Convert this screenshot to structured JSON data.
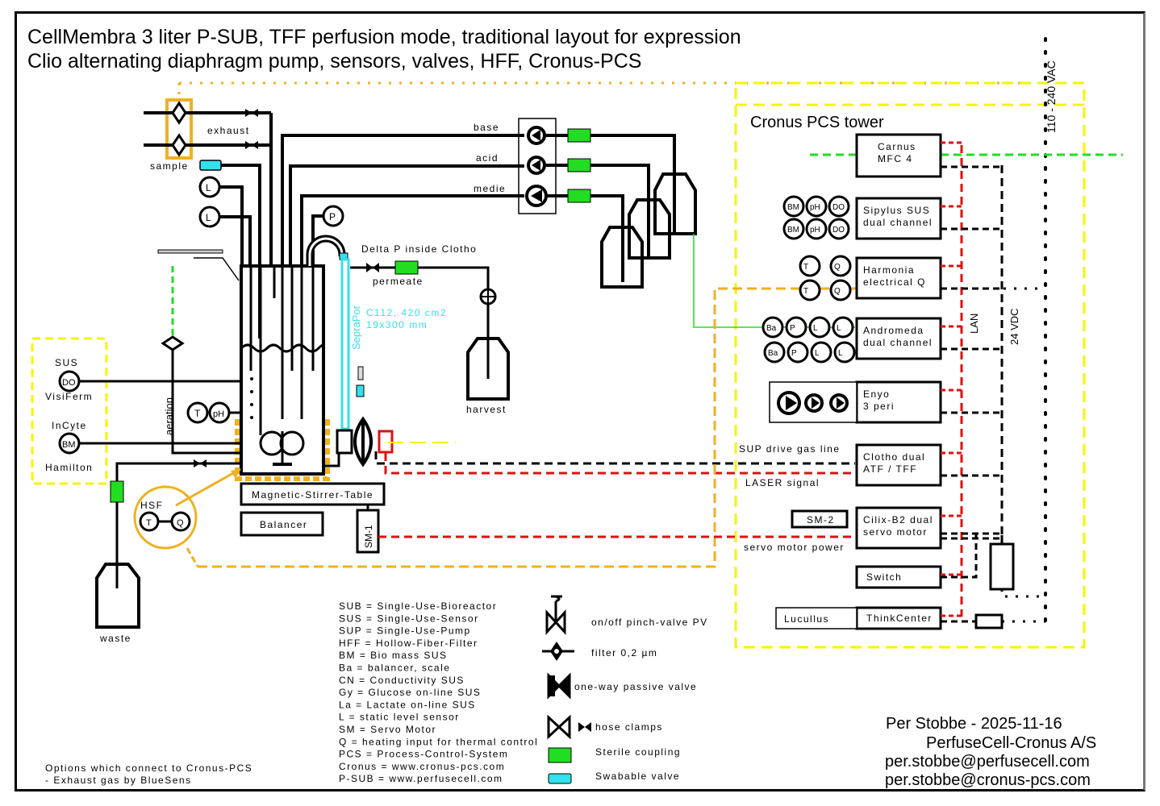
{
  "title": {
    "line1": "CellMembra 3 liter P-SUB, TFF perfusion mode, traditional layout for expression",
    "line2": "Clio alternating diaphragm pump, sensors, valves, HFF, Cronus-PCS"
  },
  "colors": {
    "line": "#000000",
    "sterile_coupling": "#22dd22",
    "swabable_valve": "#33e0ee",
    "cronus_border": "#f5f500",
    "heating": "#f0b020",
    "lan": "#dd1111",
    "gas": "#22dd22",
    "hff": "#33e0ee"
  },
  "vessel_area": {
    "exhaust_label": "exhaust",
    "sample_label": "sample",
    "base_label": "base",
    "acid_label": "acid",
    "medie_label": "medie",
    "pressure_sensor": "P",
    "level_sensor": "L",
    "delta_p_label": "Delta P inside Clotho",
    "permeate_label": "permeate",
    "harvest_label": "harvest",
    "waste_label": "waste",
    "aeration_label": "aeration",
    "hff_brand": "SepraPor",
    "hff_spec1": "C112, 420 cm2",
    "hff_spec2": "19x300 mm",
    "temp_sensor": "T",
    "ph_sensor": "pH",
    "stirrer_table": "Magnetic-Stirrer-Table",
    "balancer": "Balancer",
    "sm1": "SM-1",
    "hsf_label": "HSF",
    "hsf_t": "T",
    "hsf_q": "Q"
  },
  "sus_box": {
    "sus_label": "SUS",
    "do_sensor": "DO",
    "visiferm": "VisiFerm",
    "incyte": "InCyte",
    "bm_sensor": "BM",
    "hamilton": "Hamilton"
  },
  "cronus": {
    "title": "Cronus PCS tower",
    "vac_label": "110 - 240 VAC",
    "lan_label": "LAN",
    "vdc_label": "24 VDC",
    "sup_drive_label": "SUP drive gas line",
    "laser_label": "LASER signal",
    "servo_power_label": "servo motor power",
    "sm2": "SM-2",
    "lucullus": "Lucullus",
    "modules": [
      {
        "line1": "Carnus",
        "line2": "MFC 4"
      },
      {
        "line1": "Sipylus SUS",
        "line2": "dual channel"
      },
      {
        "line1": "Harmonia",
        "line2": "electrical Q"
      },
      {
        "line1": "Andromeda",
        "line2": "dual channel"
      },
      {
        "line1": "Enyo",
        "line2": "3 peri"
      },
      {
        "line1": "Clotho dual",
        "line2": "ATF / TFF"
      },
      {
        "line1": "Cilix-B2 dual",
        "line2": "servo motor"
      },
      {
        "line1": "Switch",
        "line2": ""
      },
      {
        "line1": "ThinkCenter",
        "line2": ""
      }
    ],
    "sipylus_sensors": [
      "BM",
      "pH",
      "DO"
    ],
    "harmonia_sensors": [
      "T",
      "Q"
    ],
    "andromeda_sensors": [
      "Ba",
      "P",
      "L",
      "L"
    ]
  },
  "abbreviations": [
    "SUB = Single-Use-Bioreactor",
    "SUS = Single-Use-Sensor",
    "SUP = Single-Use-Pump",
    "HFF = Hollow-Fiber-Filter",
    "BM = Bio mass SUS",
    "Ba = balancer, scale",
    "CN = Conductivity SUS",
    "Gy = Glucose on-line SUS",
    "La = Lactate on-line SUS",
    "L = static level sensor",
    "SM = Servo Motor",
    "Q = heating input for thermal control",
    "PCS = Process-Control-System",
    "Cronus = www.cronus-pcs.com",
    "P-SUB = www.perfusecell.com"
  ],
  "symbol_legend": [
    {
      "icon": "pinch-valve-icon",
      "label": "on/off pinch-valve PV"
    },
    {
      "icon": "filter-icon",
      "label": "filter 0,2 µm"
    },
    {
      "icon": "one-way-valve-icon",
      "label": "one-way passive valve"
    },
    {
      "icon": "hose-clamp-icon",
      "label": "hose clamps"
    },
    {
      "icon": "sterile-coupling-icon",
      "label": "Sterile coupling"
    },
    {
      "icon": "swabable-valve-icon",
      "label": "Swabable valve"
    }
  ],
  "options": {
    "line1": "Options which connect to Cronus-PCS",
    "line2": "- Exhaust gas by BlueSens"
  },
  "author": {
    "line1": "Per Stobbe - 2025-11-16",
    "line2": "PerfuseCell-Cronus A/S",
    "line3": "per.stobbe@perfusecell.com",
    "line4": "per.stobbe@cronus-pcs.com"
  }
}
